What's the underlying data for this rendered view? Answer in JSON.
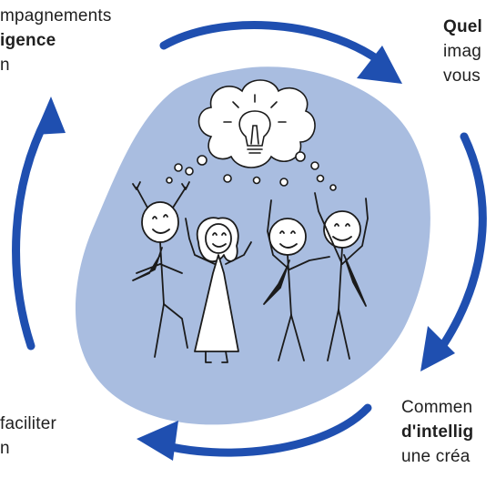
{
  "colors": {
    "arrow": "#1f4fb0",
    "blob": "#a9bde0",
    "ink": "#1b1b1b"
  },
  "text_blocks": {
    "top_left": {
      "line1": "mpagnements",
      "line2": "igence",
      "line3": "n"
    },
    "top_right": {
      "line1": "Quel",
      "line2": "imag",
      "line3": "vous"
    },
    "bottom_left": {
      "line1": "faciliter",
      "line2": "n"
    },
    "bottom_right": {
      "line1": "Commen",
      "line2": "d'intellig",
      "line3": "une créa"
    }
  },
  "illustration": {
    "subject": "four-celebrating-stick-figures-with-lightbulb-thought-cloud",
    "icon": "lightbulb-icon"
  }
}
